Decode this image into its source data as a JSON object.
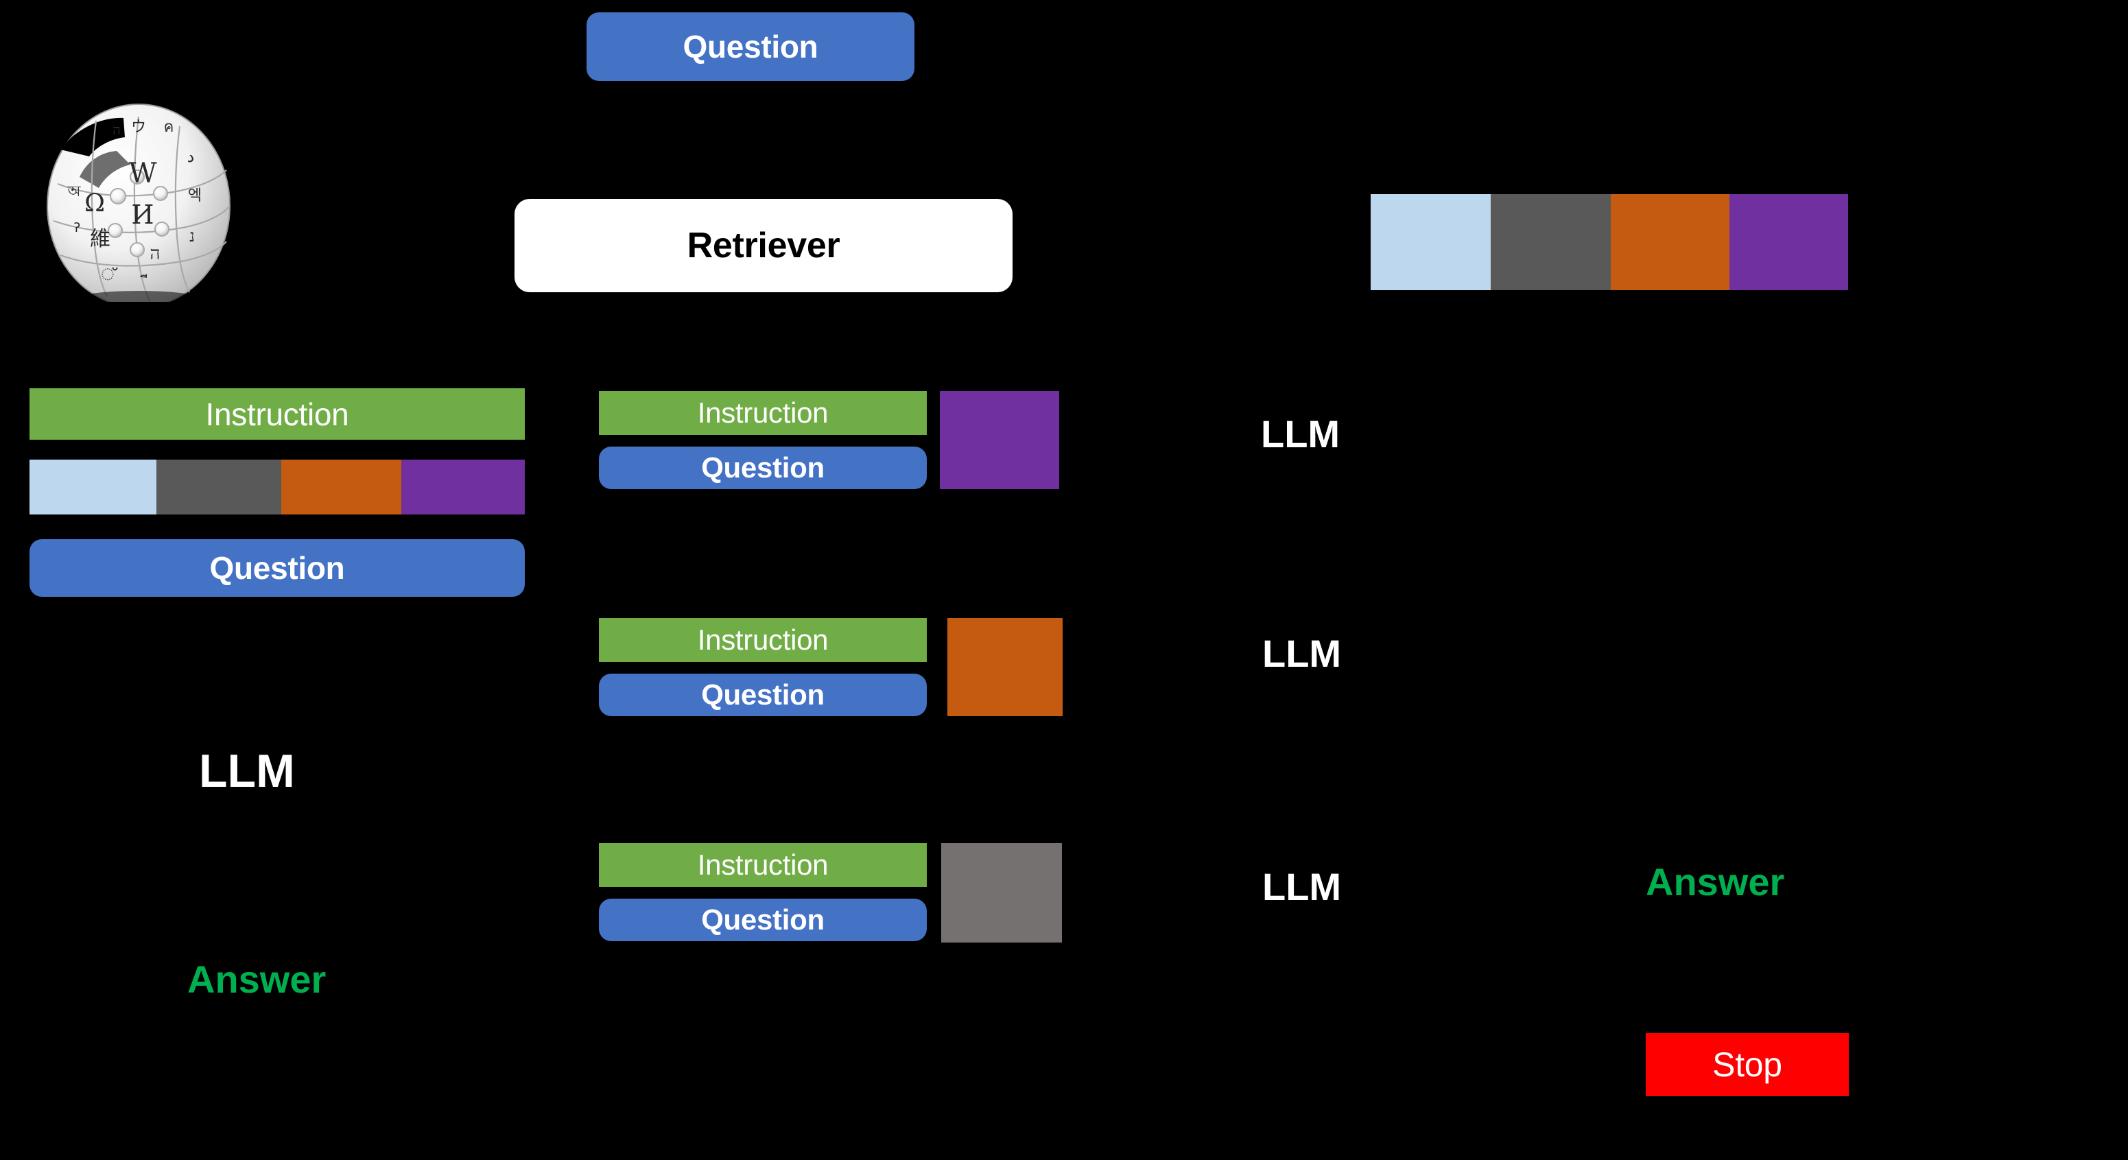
{
  "diagram": {
    "background_color": "#000000",
    "title_blocks": {
      "top_question": "Question",
      "retriever": "Retriever"
    },
    "labels": {
      "instruction": "Instruction",
      "question": "Question",
      "llm": "LLM",
      "answer": "Answer",
      "stop": "Stop"
    },
    "icons": {
      "wikipedia_globe": "wikipedia-globe-icon"
    },
    "palette": {
      "question_blue": "#4472C4",
      "instruction_green": "#70AD47",
      "retriever_white": "#FFFFFF",
      "answer_green": "#00B050",
      "stop_red": "#FF0000",
      "llm_white": "#FFFFFF",
      "chunk_light_blue": "#BDD7EE",
      "chunk_dark_gray": "#595959",
      "chunk_orange": "#C55A11",
      "chunk_purple": "#7030A0",
      "chunk_mid_gray": "#767171"
    },
    "retrieved_chunks_top": [
      {
        "name": "chunk-light-blue",
        "color": "#BDD7EE"
      },
      {
        "name": "chunk-dark-gray",
        "color": "#595959"
      },
      {
        "name": "chunk-orange",
        "color": "#C55A11"
      },
      {
        "name": "chunk-purple",
        "color": "#7030A0"
      }
    ],
    "prompt_context_chunks": [
      {
        "name": "chunk-light-blue",
        "color": "#BDD7EE"
      },
      {
        "name": "chunk-dark-gray",
        "color": "#595959"
      },
      {
        "name": "chunk-orange",
        "color": "#C55A11"
      },
      {
        "name": "chunk-purple",
        "color": "#7030A0"
      }
    ],
    "iterations": [
      {
        "index": 1,
        "instruction": "Instruction",
        "question": "Question",
        "chunk": {
          "name": "chunk-purple",
          "color": "#7030A0"
        },
        "llm": "LLM",
        "answer": null,
        "stop": null
      },
      {
        "index": 2,
        "instruction": "Instruction",
        "question": "Question",
        "chunk": {
          "name": "chunk-orange",
          "color": "#C55A11"
        },
        "llm": "LLM",
        "answer": null,
        "stop": null
      },
      {
        "index": 3,
        "instruction": "Instruction",
        "question": "Question",
        "chunk": {
          "name": "chunk-mid-gray",
          "color": "#767171"
        },
        "llm": "LLM",
        "answer": "Answer",
        "stop": "Stop"
      }
    ],
    "left_pipeline": {
      "instruction": "Instruction",
      "question": "Question",
      "llm": "LLM",
      "answer": "Answer"
    }
  }
}
